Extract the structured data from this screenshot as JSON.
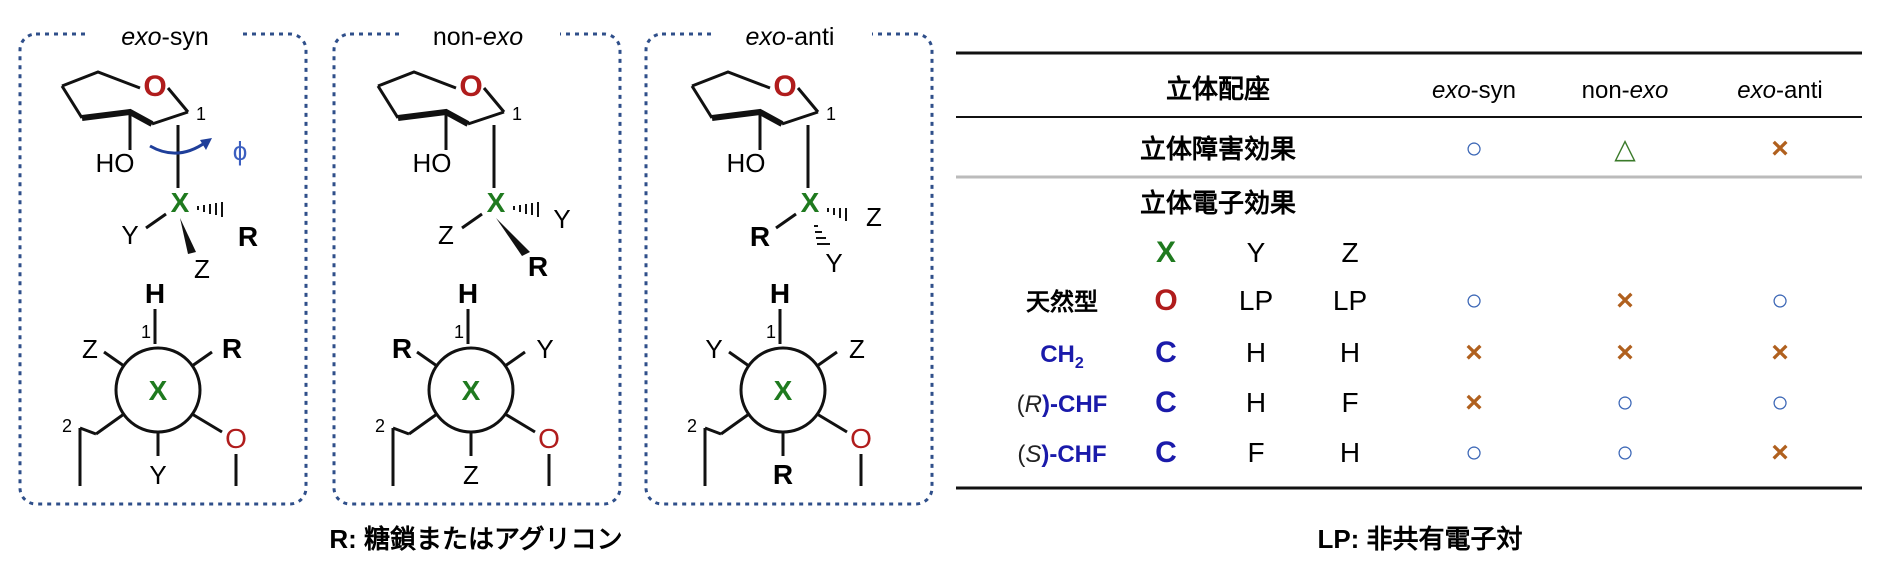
{
  "panels": [
    {
      "title_italic": "exo",
      "title_rest": "-syn",
      "ring_o": "O",
      "c1": "1",
      "ho": "HO",
      "phi": "ϕ",
      "x": "X",
      "y": "Y",
      "z": "Z",
      "r": "R",
      "newman": {
        "h": "H",
        "one": "1",
        "two": "2",
        "x": "X",
        "o": "O",
        "z": "Z",
        "r": "R",
        "y": "Y"
      }
    },
    {
      "title_plain": "non-",
      "title_italic": "exo",
      "ring_o": "O",
      "c1": "1",
      "ho": "HO",
      "x": "X",
      "y": "Y",
      "z": "Z",
      "r": "R",
      "newman": {
        "h": "H",
        "one": "1",
        "two": "2",
        "x": "X",
        "o": "O",
        "r": "R",
        "y": "Y",
        "z": "Z"
      }
    },
    {
      "title_italic": "exo",
      "title_rest": "-anti",
      "ring_o": "O",
      "c1": "1",
      "ho": "HO",
      "x": "X",
      "y": "Y",
      "z": "Z",
      "r": "R",
      "newman": {
        "h": "H",
        "one": "1",
        "two": "2",
        "x": "X",
        "o": "O",
        "y": "Y",
        "z": "Z",
        "r": "R"
      }
    }
  ],
  "left_caption": "R:  糖鎖またはアグリコン",
  "table": {
    "header_label": "立体配座",
    "cols": [
      {
        "italic": "exo",
        "rest": "-syn"
      },
      {
        "plain": "non-",
        "italic": "exo"
      },
      {
        "italic": "exo",
        "rest": "-anti"
      }
    ],
    "steric_label": "立体障害効果",
    "steric_marks": [
      "○",
      "△",
      "×"
    ],
    "stereo_label": "立体電子効果",
    "sub_headers": [
      "X",
      "Y",
      "Z"
    ],
    "rows": [
      {
        "label": "天然型",
        "x": "O",
        "y": "LP",
        "z": "LP",
        "marks": [
          "○",
          "×",
          "○"
        ]
      },
      {
        "label_main": "CH",
        "label_sub": "2",
        "x": "C",
        "y": "H",
        "z": "H",
        "marks": [
          "×",
          "×",
          "×"
        ]
      },
      {
        "label_pre": "(",
        "label_it": "R",
        "label_post": ")-CHF",
        "x": "C",
        "y": "H",
        "z": "F",
        "marks": [
          "×",
          "○",
          "○"
        ]
      },
      {
        "label_pre": "(",
        "label_it": "S",
        "label_post": ")-CHF",
        "x": "C",
        "y": "F",
        "z": "H",
        "marks": [
          "○",
          "○",
          "×"
        ]
      }
    ]
  },
  "right_caption": "LP:  非共有電子対",
  "colors": {
    "box_border": "#2f4f8a",
    "green": "#1f7a1f",
    "red": "#b01c1c",
    "blue_label": "#1a1aaa",
    "circle_mark": "#3c67b6",
    "cross_mark": "#b0601e",
    "triangle_mark": "#3a7a2a",
    "arrow": "#1f3f9a"
  }
}
